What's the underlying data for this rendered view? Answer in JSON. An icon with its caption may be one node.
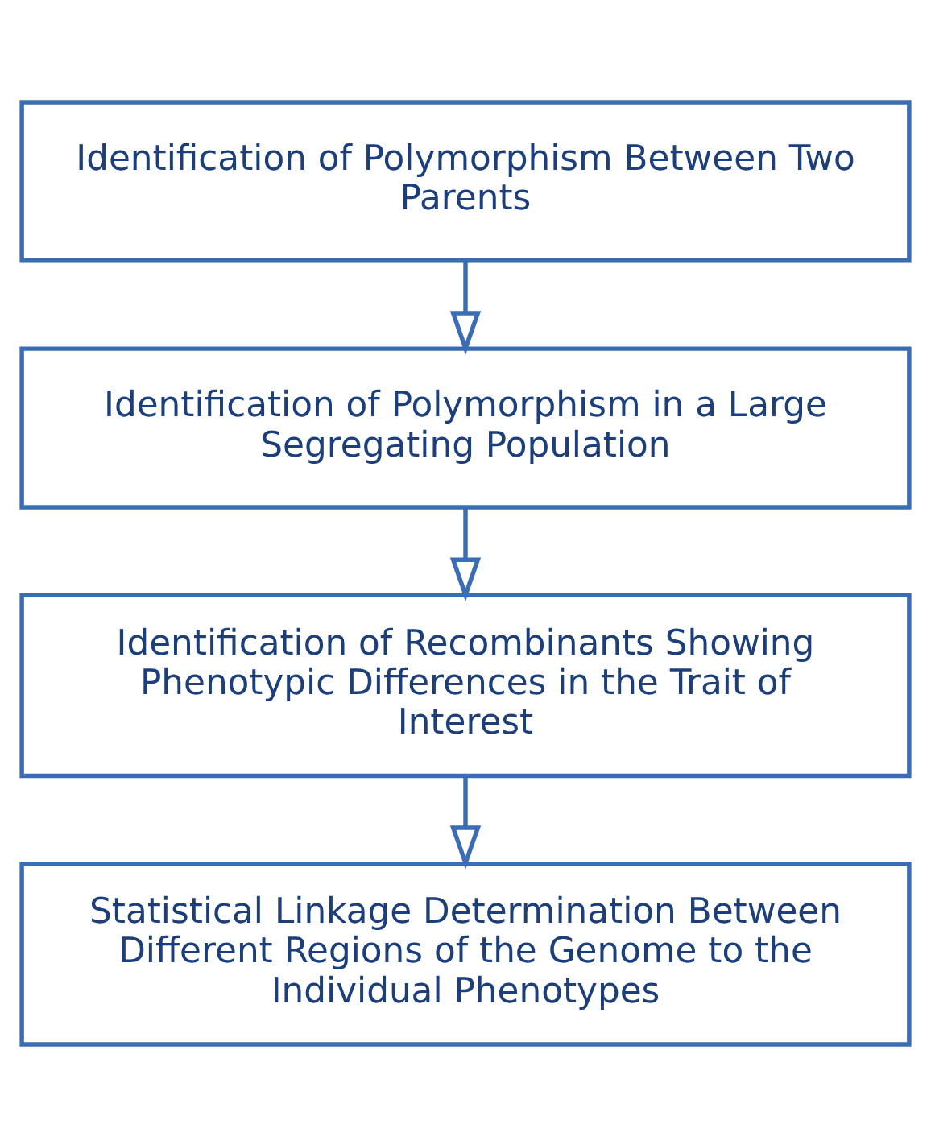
{
  "diagram": {
    "nodes": [
      {
        "text": [
          "Identification of Polymorphism Between Two Parents"
        ]
      },
      {
        "text": [
          "Identification of Polymorphism in a Large Segregating Population"
        ]
      },
      {
        "text": [
          "Identification of Recombinants Showing Phenotypic Differences in the Trait of Interest"
        ]
      },
      {
        "text": [
          "Statistical Linkage Determination Between Different Regions of the Genome to the Individual Phenotypes"
        ]
      }
    ],
    "edges": [
      {
        "from": 0,
        "to": 1,
        "arrow": "to"
      },
      {
        "from": 1,
        "to": 2,
        "arrow": "to"
      },
      {
        "from": 2,
        "to": 3,
        "arrow": "to"
      }
    ]
  }
}
